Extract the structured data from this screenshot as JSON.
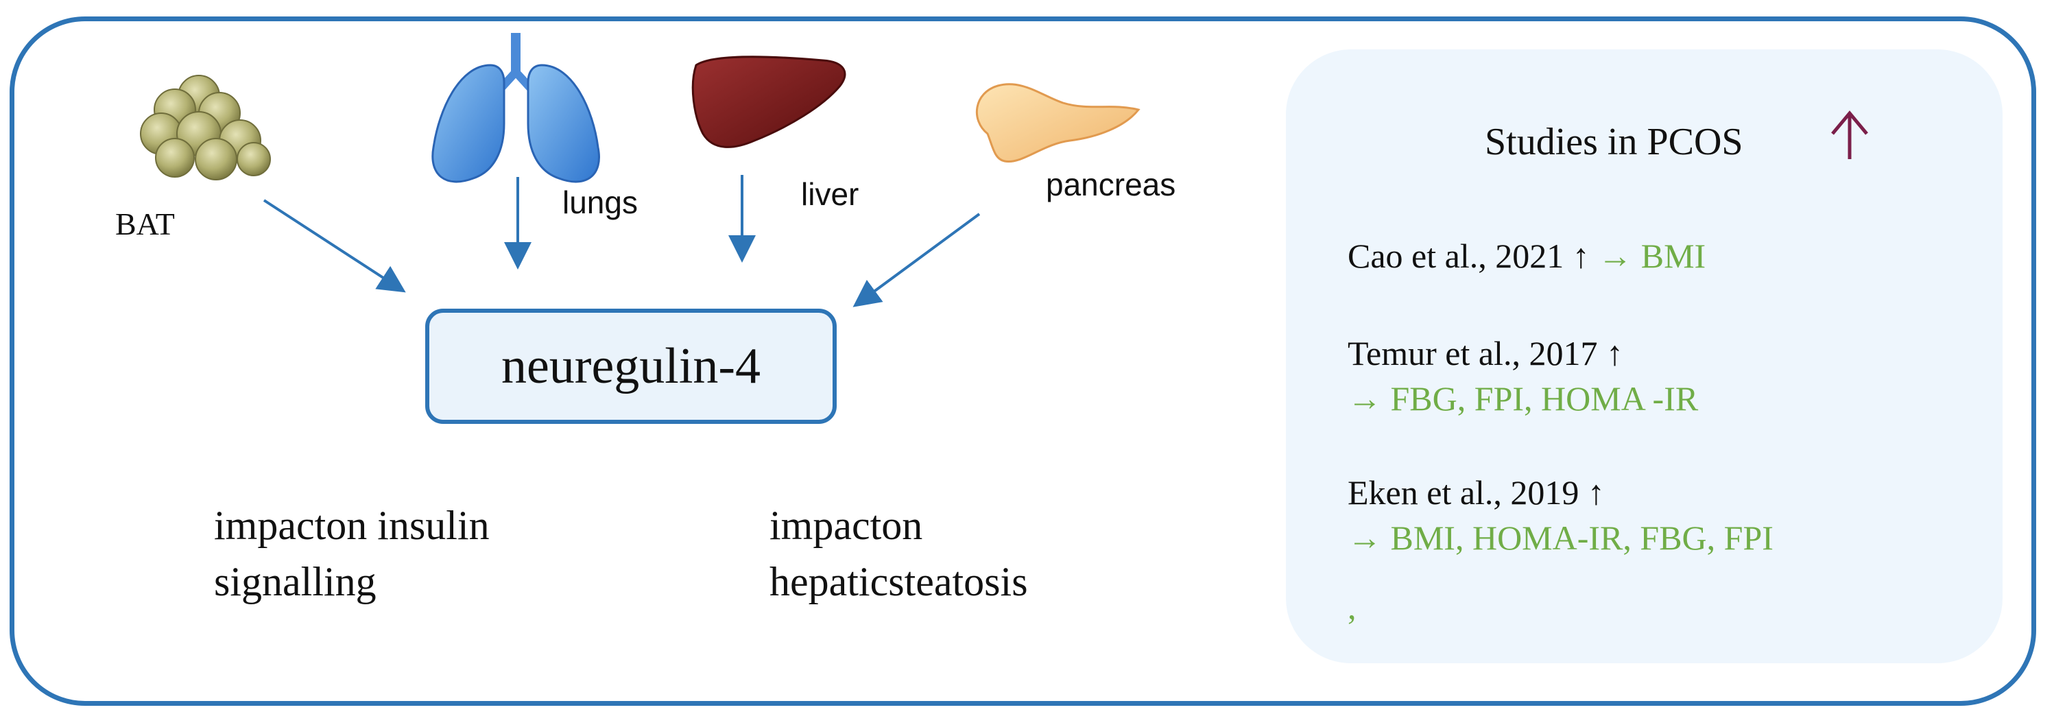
{
  "organs": {
    "bat": "BAT",
    "lungs": "lungs",
    "liver": "liver",
    "pancreas": "pancreas"
  },
  "hub": "neuregulin-4",
  "impacts": {
    "insulin_line1": "impacton insulin",
    "insulin_line2": "signalling",
    "hepatic_line1": "impacton",
    "hepatic_line2": "hepaticsteatosis"
  },
  "studies_panel": {
    "title": "Studies in PCOS",
    "title_arrow": "↑",
    "studies": [
      {
        "citation": "Cao et al., 2021 ↑",
        "effect": "→ BMI"
      },
      {
        "citation": "Temur  et al., 2017 ↑",
        "effect": "→ FBG, FPI, HOMA -IR"
      },
      {
        "citation": "Eken et al., 2019 ↑",
        "effect": " → BMI, HOMA-IR, FBG, FPI"
      }
    ],
    "trailing_mark": ","
  },
  "colors": {
    "frame_blue": "#2e75b6",
    "panel_bg": "#eef6fd",
    "effect_green": "#70ad47",
    "title_arrow": "#7b1f4a"
  }
}
